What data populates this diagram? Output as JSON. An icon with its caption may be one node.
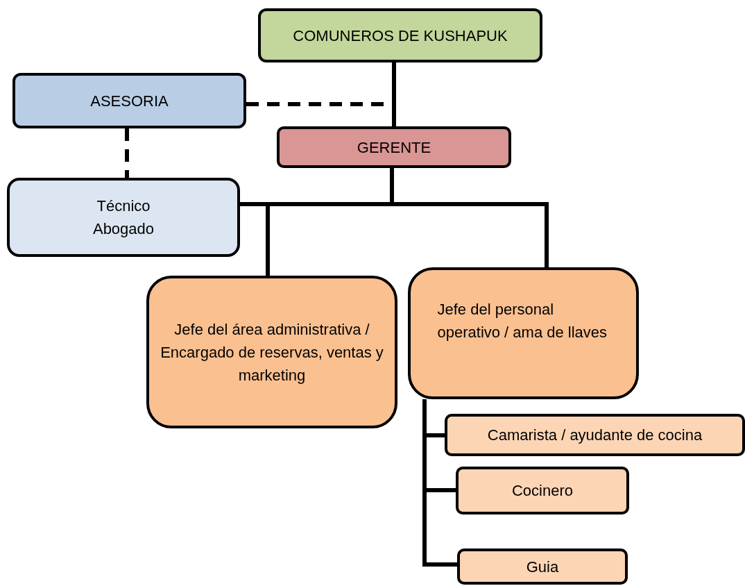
{
  "diagram": {
    "nodes": [
      {
        "text": [
          "COMUNEROS DE KUSHAPUK"
        ]
      },
      {
        "text": [
          "ASESORIA"
        ]
      },
      {
        "text": [
          "GERENTE"
        ]
      },
      {
        "text": [
          "Técnico Abogado"
        ]
      },
      {
        "text": [
          "Jefe del área administrativa / Encargado de reservas, ventas y marketing"
        ]
      },
      {
        "text": [
          "Jefe del personal operativo / ama de llaves"
        ]
      },
      {
        "text": [
          "Camarista / ayudante de cocina"
        ]
      },
      {
        "text": [
          "Cocinero"
        ]
      },
      {
        "text": [
          "Guia"
        ]
      }
    ],
    "edges": [
      {
        "from": 0,
        "to": 2,
        "arrow": "none"
      },
      {
        "from": 1,
        "to": 2,
        "arrow": "none",
        "style": "dashed"
      },
      {
        "from": 1,
        "to": 3,
        "arrow": "none",
        "style": "dashed"
      },
      {
        "from": 2,
        "to": 3,
        "arrow": "none"
      },
      {
        "from": 2,
        "to": 4,
        "arrow": "none"
      },
      {
        "from": 2,
        "to": 5,
        "arrow": "none"
      },
      {
        "from": 5,
        "to": 6,
        "arrow": "none"
      },
      {
        "from": 5,
        "to": 7,
        "arrow": "none"
      },
      {
        "from": 5,
        "to": 8,
        "arrow": "none"
      }
    ]
  }
}
